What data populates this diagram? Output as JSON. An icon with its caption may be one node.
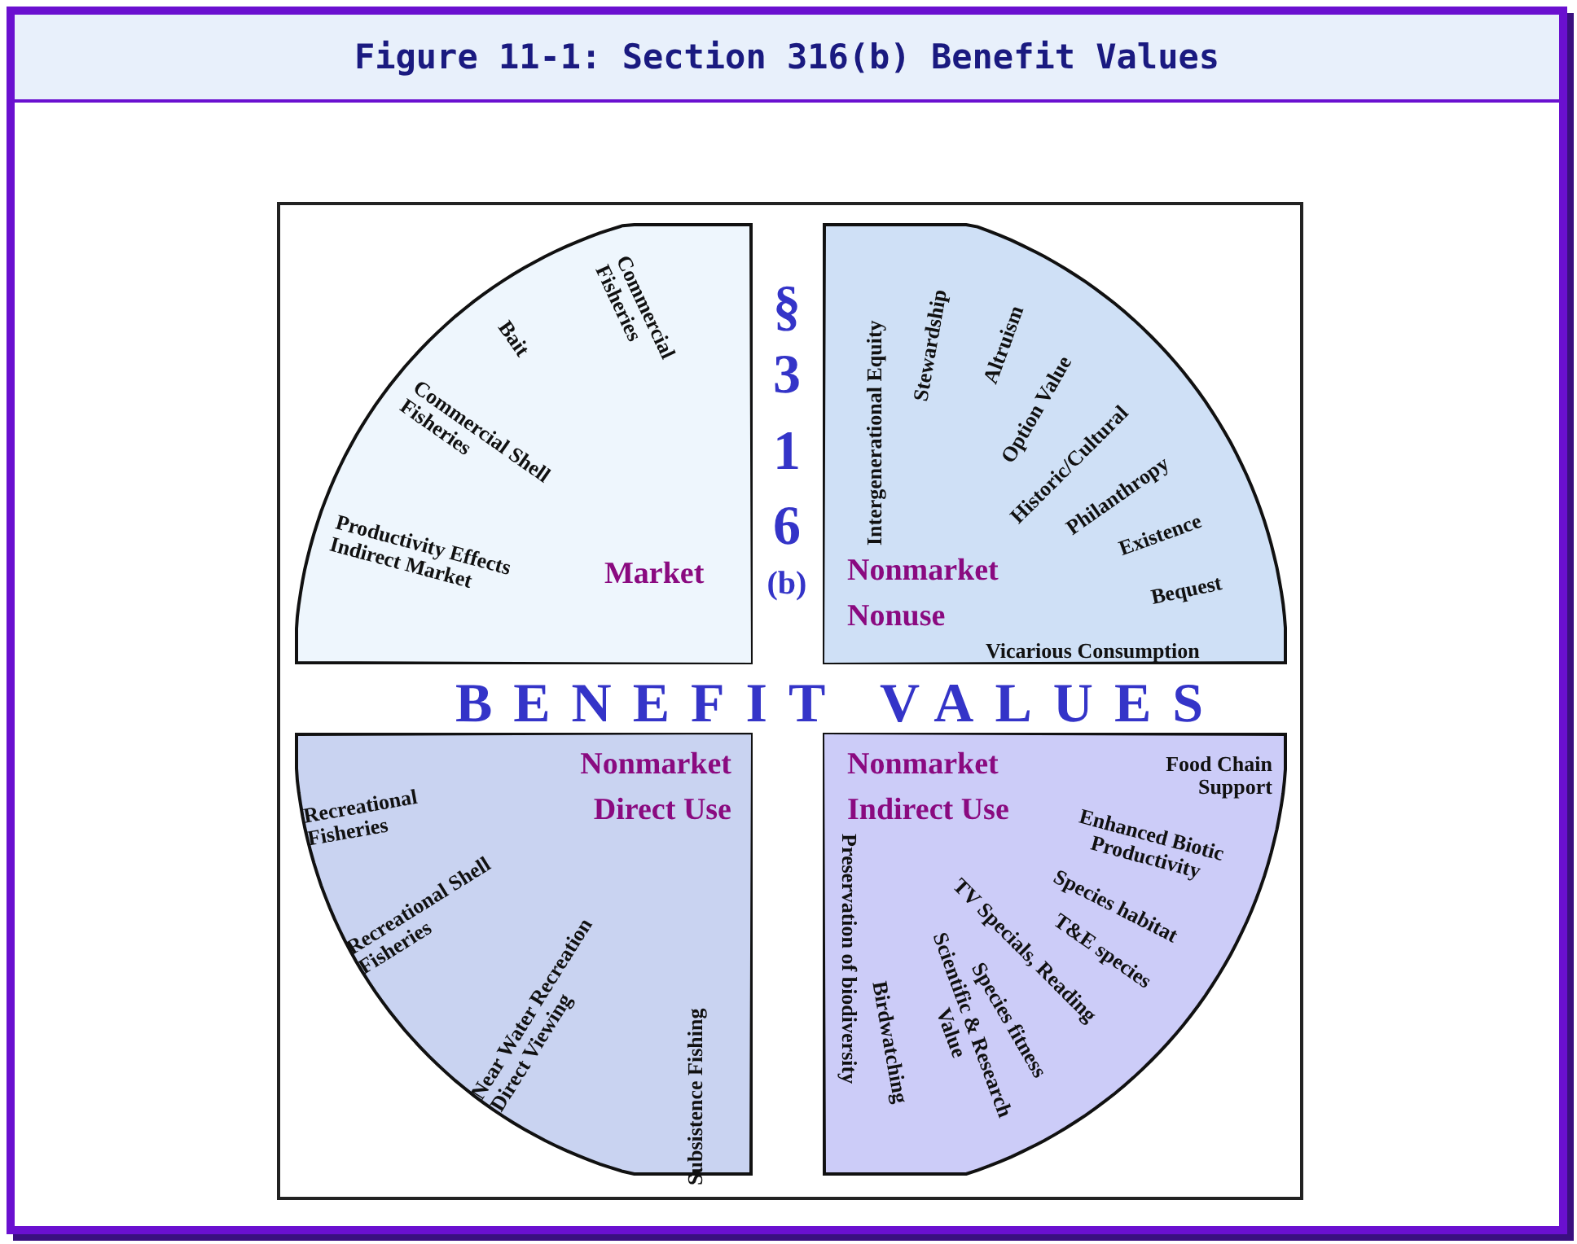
{
  "diagram": {
    "title": "Figure 11-1: Section 316(b) Benefit Values",
    "nodes": [
      {
        "text": [
          "Market",
          "Commercial Fisheries",
          "Bait",
          "Commercial Shell Fisheries",
          "Productivity Effects Indirect Market"
        ]
      },
      {
        "text": [
          "Nonmarket Nonuse",
          "Intergenerational Equity",
          "Stewardship",
          "Altruism",
          "Option Value",
          "Historic/Cultural",
          "Philanthropy",
          "Existence",
          "Bequest",
          "Vicarious Consumption"
        ]
      },
      {
        "text": [
          "Nonmarket Direct Use",
          "Recreational Fisheries",
          "Recreational Shell Fisheries",
          "Near Water Recreation Direct Viewing",
          "Subsistence Fishing"
        ]
      },
      {
        "text": [
          "Nonmarket Indirect Use",
          "Food Chain Support",
          "Enhanced Biotic Productivity",
          "Species habitat",
          "T&E species",
          "TV Specials, Reading",
          "Species fitness",
          "Scientific & Research Value",
          "Birdwatching",
          "Preservation of biodiversity"
        ]
      }
    ],
    "edges": [],
    "labels": [
      "§",
      "3",
      "1",
      "6",
      "(b)",
      "BENEFIT VALUES"
    ]
  }
}
